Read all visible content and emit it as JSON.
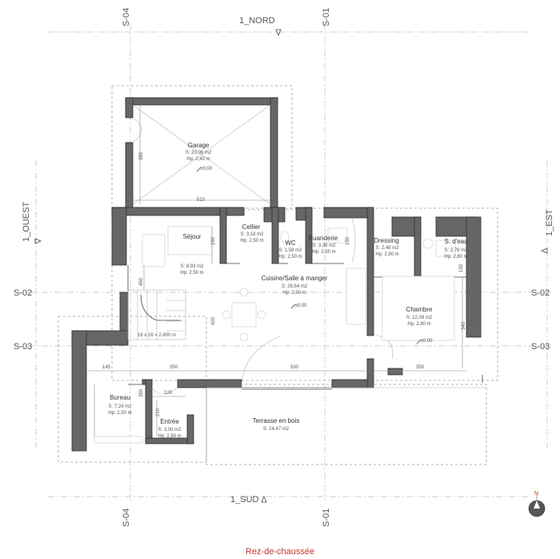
{
  "title": "Rez-de-chaussée",
  "compass": {
    "label": "N"
  },
  "axes": {
    "top_s04": "S-04",
    "top_s01": "S-01",
    "nord": "1_NORD",
    "ouest": "1_OUEST",
    "est": "1_EST",
    "left_s02": "S-02",
    "right_s02": "S-02",
    "left_s03": "S-03",
    "right_s03": "S-03",
    "sud": "1_SUD",
    "bottom_s04": "S-04",
    "bottom_s01": "S-01"
  },
  "rooms": {
    "garage": {
      "name": "Garage",
      "area": "S: 20,06 m2",
      "height": "Hp: 2,40 m",
      "level": "±0,00"
    },
    "cellier": {
      "name": "Cellier",
      "area": "S: 3,18 m2",
      "height": "Hp: 2,50 m"
    },
    "wc": {
      "name": "WC",
      "area": "S: 1,58 m2",
      "height": "Hp: 2,50 m"
    },
    "buanderie": {
      "name": "Buanderie",
      "area": "S: 3,39 m2",
      "height": "Hp: 2,50 m"
    },
    "dressing": {
      "name": "Dressing",
      "area": "S: 2,48 m2",
      "height": "Hp: 2,80 m"
    },
    "seau": {
      "name": "S. d'eau",
      "area": "S: 2,78 m2",
      "height": "Hp: 2,80 m"
    },
    "sejour": {
      "name": "Séjour",
      "area": "S: 8,93 m2",
      "height": "Hp: 2,50 m"
    },
    "cuisine": {
      "name": "Cuisine/Salle à manger",
      "area": "S: 28,64 m2",
      "height": "Hp: 2,50 m",
      "level": "±0,00"
    },
    "chambre": {
      "name": "Chambre",
      "area": "S: 12,08 m2",
      "height": "Hp: 2,80 m",
      "level": "±0,00"
    },
    "bureau": {
      "name": "Bureau",
      "area": "S: 7,24 m2",
      "height": "Hp: 2,50 m"
    },
    "entree": {
      "name": "Entrée",
      "area": "S: 3,00 m2",
      "height": "Hp: 2,50 m"
    },
    "terrasse": {
      "name": "Terrasse en bois",
      "area": "S: 24,47 m2"
    }
  },
  "stair_label": "16 x 18 = 2.800 m",
  "dims": {
    "d380": "380",
    "d510": "510",
    "d160": "160",
    "d150a": "150",
    "d150b": "150",
    "d450": "450",
    "d420": "420",
    "d340": "340",
    "d145": "145",
    "d350a": "350",
    "d530": "530",
    "d350b": "350",
    "d350c": "350",
    "d126": "126",
    "d210": "210"
  }
}
